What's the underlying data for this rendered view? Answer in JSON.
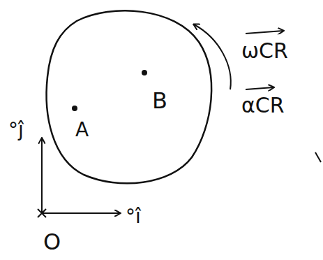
{
  "diagram": {
    "labels": [
      "A",
      "B",
      "°ĵ",
      "°î",
      "O",
      "ωCR",
      "αCR"
    ]
  }
}
